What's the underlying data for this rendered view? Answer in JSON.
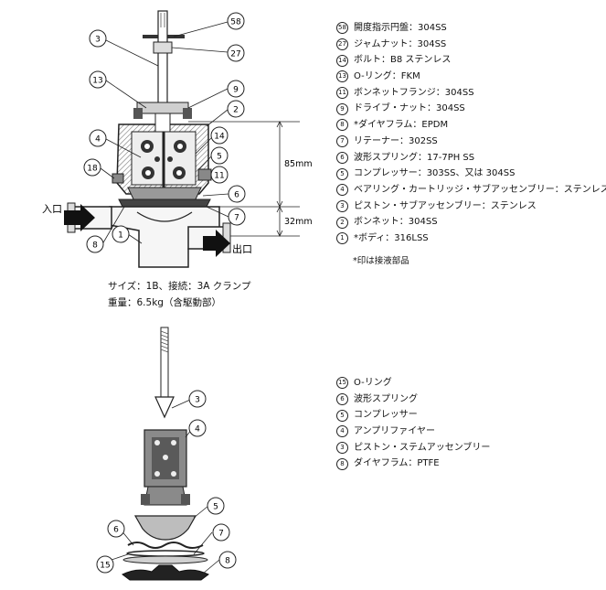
{
  "top_parts": [
    {
      "num": "58",
      "label": "開度指示円盤：304SS"
    },
    {
      "num": "27",
      "label": "ジャムナット：304SS"
    },
    {
      "num": "14",
      "label": "ボルト：B8 ステンレス"
    },
    {
      "num": "13",
      "label": "O-リング：FKM"
    },
    {
      "num": "11",
      "label": "ボンネットフランジ：304SS"
    },
    {
      "num": "9",
      "label": "ドライブ・ナット：304SS"
    },
    {
      "num": "8",
      "label": "*ダイヤフラム：EPDM"
    },
    {
      "num": "7",
      "label": "リテーナー：302SS"
    },
    {
      "num": "6",
      "label": "波形スプリング：17-7PH SS"
    },
    {
      "num": "5",
      "label": "コンプレッサー：303SS、又は 304SS"
    },
    {
      "num": "4",
      "label": "ベアリング・カートリッジ・サブアッセンブリー：ステンレス"
    },
    {
      "num": "3",
      "label": "ピストン・サブアッセンブリー：ステンレス"
    },
    {
      "num": "2",
      "label": "ボンネット：304SS"
    },
    {
      "num": "1",
      "label": "*ボディ：316LSS"
    }
  ],
  "wetted_note": "*印は接液部品",
  "spec_size": "サイズ：1B、接続：3A クランプ",
  "spec_weight": "重量：6.5kg（含駆動部）",
  "dimensions": {
    "upper": "85mm",
    "lower": "32mm"
  },
  "flow": {
    "inlet": "入口",
    "outlet": "出口"
  },
  "bottom_parts": [
    {
      "num": "15",
      "label": "O-リング"
    },
    {
      "num": "6",
      "label": "波形スプリング"
    },
    {
      "num": "5",
      "label": "コンプレッサー"
    },
    {
      "num": "4",
      "label": "アンプリファイヤー"
    },
    {
      "num": "3",
      "label": "ピストン・ステムアッセンブリー"
    },
    {
      "num": "8",
      "label": "ダイヤフラム：PTFE"
    }
  ],
  "callouts_top": [
    "58",
    "27",
    "3",
    "13",
    "9",
    "2",
    "4",
    "14",
    "5",
    "11",
    "18",
    "6",
    "7",
    "8",
    "1"
  ],
  "callouts_bottom": [
    "3",
    "4",
    "5",
    "6",
    "7",
    "15",
    "8"
  ]
}
